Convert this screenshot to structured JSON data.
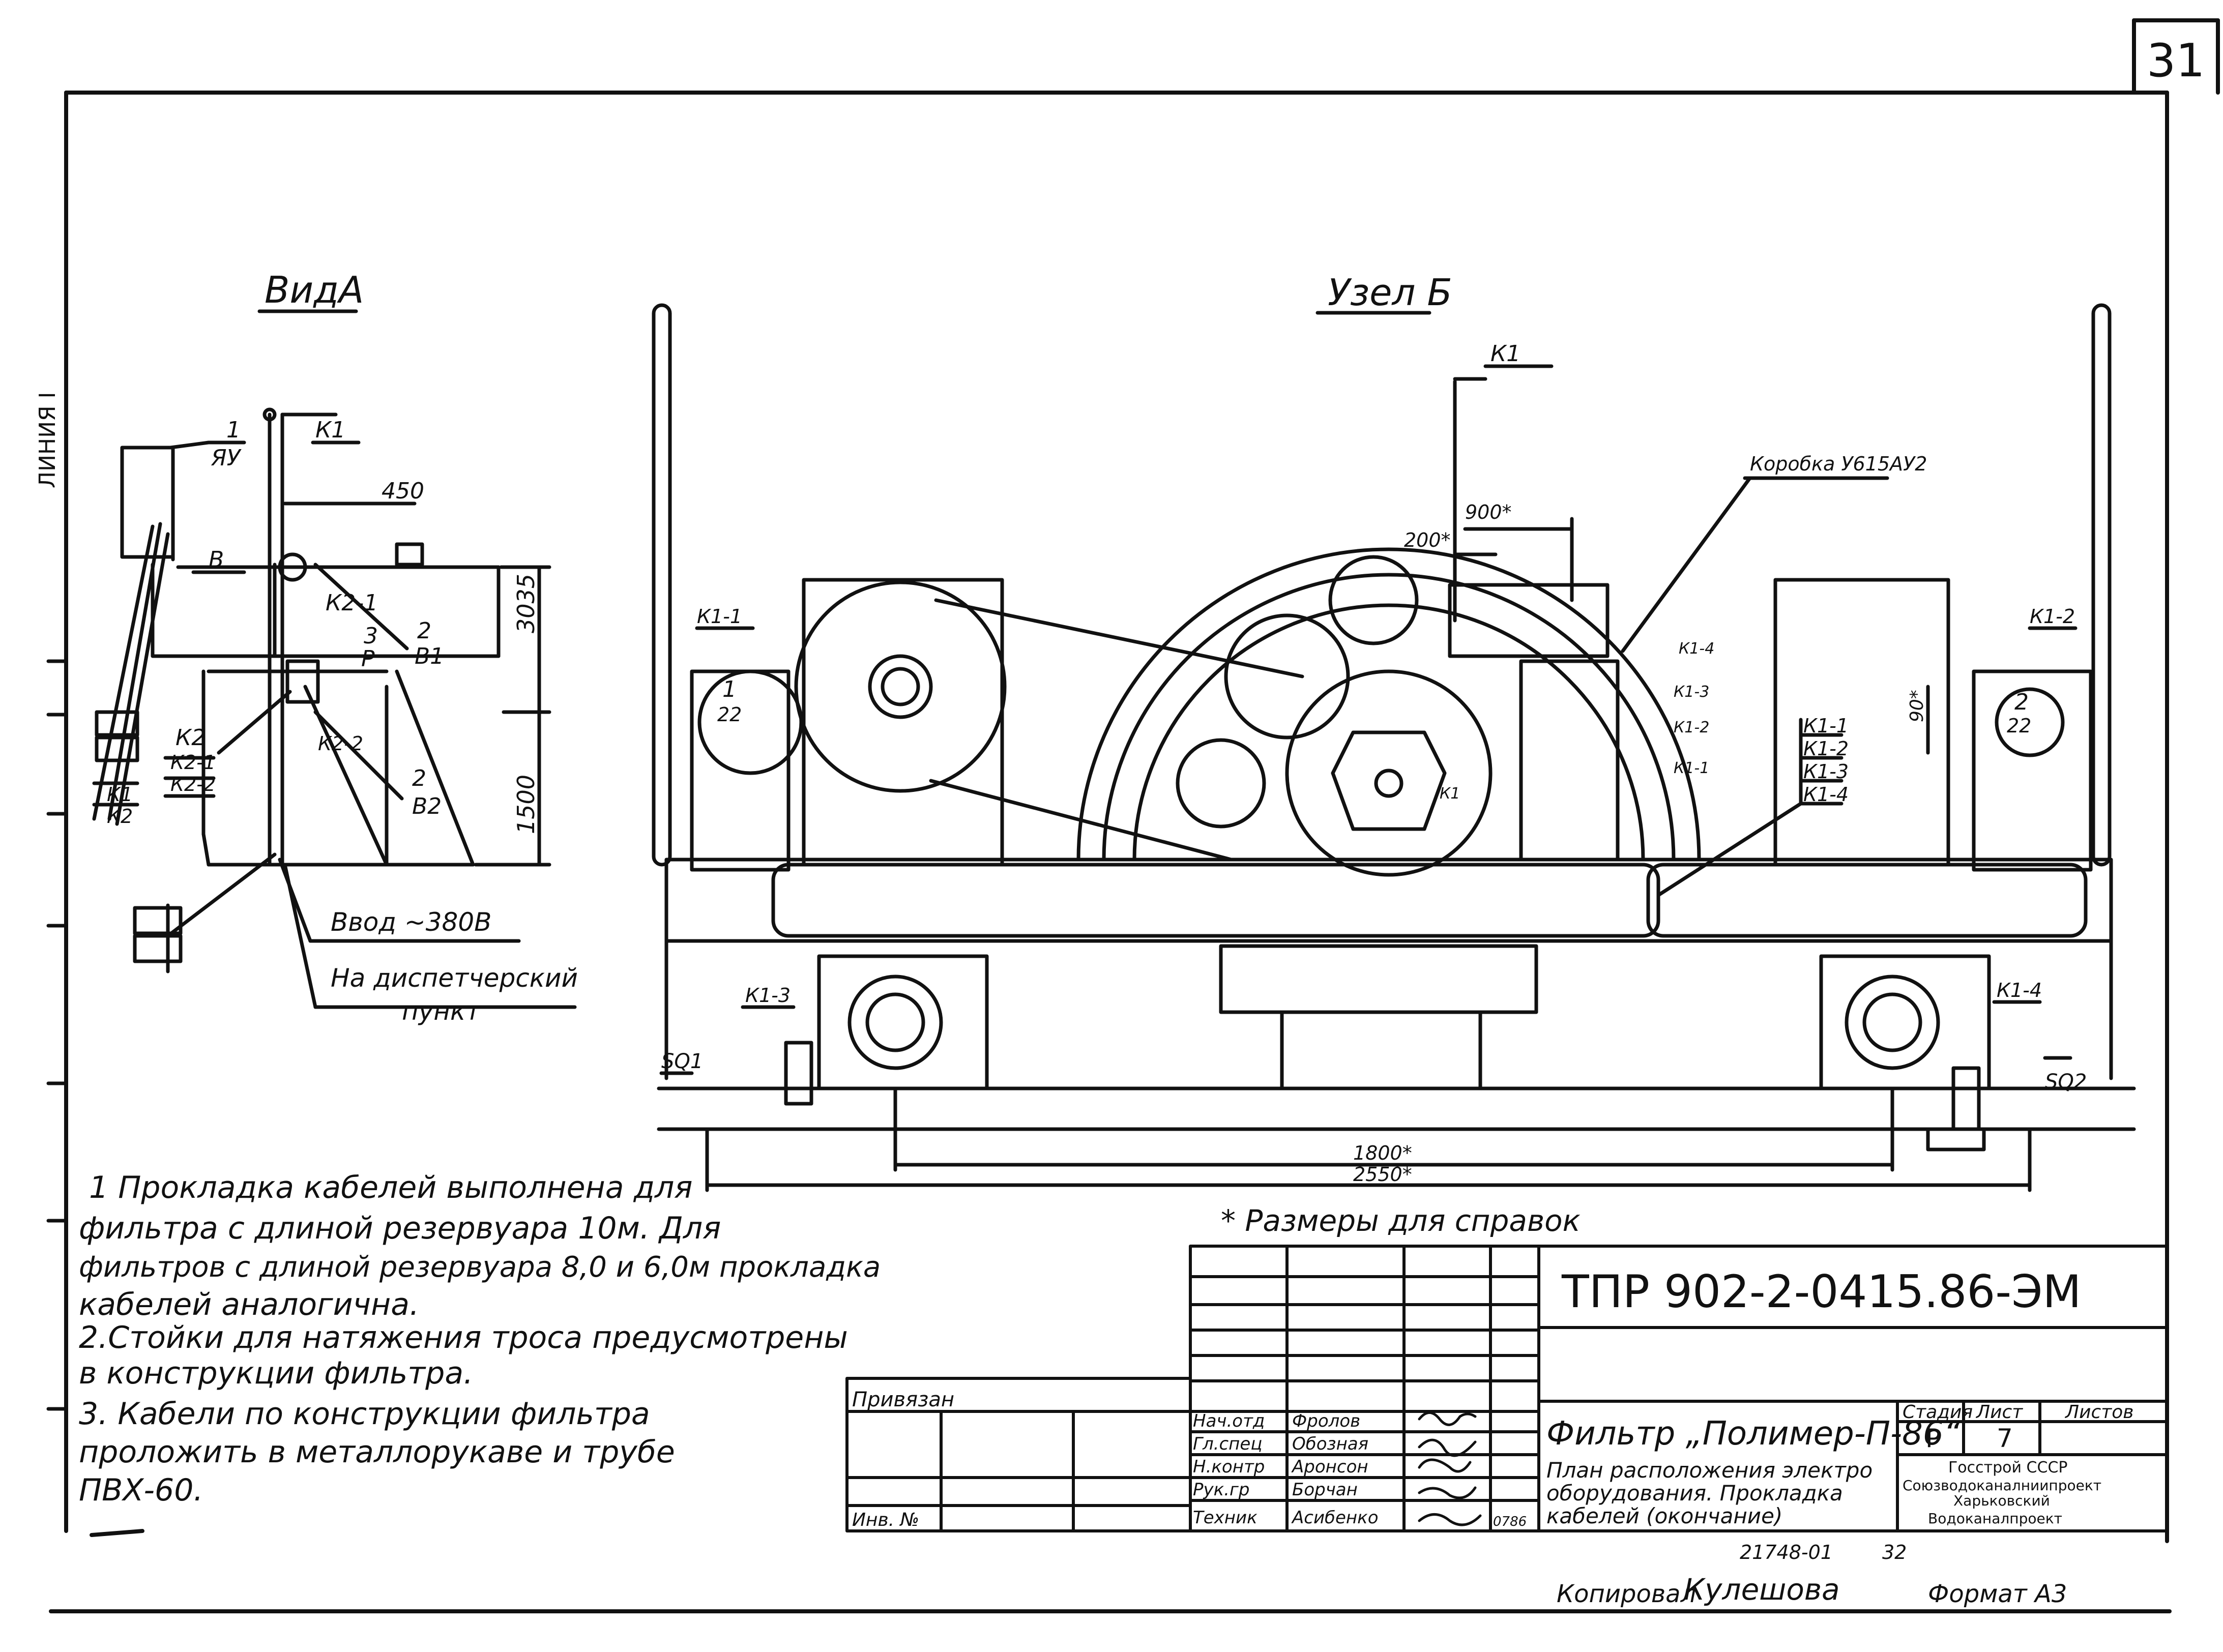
{
  "sheet": {
    "number": "31",
    "side_mark": "ЛИНИЯ I"
  },
  "view_a": {
    "title": "ВидА",
    "labels": {
      "n1": "1",
      "yau": "ЯУ",
      "k1": "К1",
      "dim450": "450",
      "b": "В",
      "k2_1": "К2-1",
      "n2a": "2",
      "b1": "В1",
      "n3": "3",
      "p": "Р",
      "dim3035": "3035",
      "k2": "К2",
      "k2_1b": "К2-1",
      "k2_2": "К2-2",
      "k2_2b": "К2-2",
      "n2b": "2",
      "b2": "В2",
      "dim1500": "1500",
      "k1b": "К1",
      "k2b": "К2"
    },
    "input_note": "Ввод ~380В",
    "dispatch_note_1": "На диспетчерский",
    "dispatch_note_2": "пункт"
  },
  "uzel_b": {
    "title": "Узел Б",
    "labels": {
      "k1_top": "К1",
      "box": "Коробка У615АУ2",
      "dim900": "900*",
      "dim200": "200*",
      "k1_1": "К1-1",
      "n1": "1",
      "n22": "22",
      "k1_2": "К1-2",
      "n2": "2",
      "n22b": "22",
      "k1_4": "К1-4",
      "k1_3": "К1-3",
      "k1_2s": "К1-2",
      "k1_1s": "К1-1",
      "dim90": "90*",
      "list1": "К1-1",
      "list2": "К1-2",
      "list3": "К1-3",
      "list4": "К1-4",
      "k1_small": "К1",
      "k1_3b": "К1-3",
      "sq1": "SQ1",
      "k1_4b": "К1-4",
      "sq2": "SQ2",
      "dim1800": "1800*",
      "dim2550": "2550*"
    },
    "footnote": "* Размеры для справок"
  },
  "notes": [
    "1 Прокладка кабелей выполнена для",
    "фильтра с длиной резервуара 10м. Для",
    "фильтров с длиной резервуара 8,0 и 6,0м прокладка",
    "кабелей аналогична.",
    "2.Стойки для натяжения троса предусмотрены",
    "в конструкции фильтра.",
    "3. Кабели по конструкции фильтра",
    "проложить в металлорукаве и трубе",
    "ПВХ-60."
  ],
  "title_block": {
    "doc_code": "ТПР 902-2-0415.86-ЭМ",
    "project": "Фильтр „Полимер-П-86“",
    "description_1": "План расположения электро",
    "description_2": "оборудования. Прокладка",
    "description_3": "кабелей (окончание)",
    "stage_header": "Стадия",
    "sheet_header": "Лист",
    "sheets_header": "Листов",
    "stage": "Р",
    "sheet": "7",
    "org_1": "Госстрой СССР",
    "org_2": "Союзводоканалниипроект",
    "org_3": "Харьковский",
    "org_4": "Водоканалпроект",
    "bound": "Привязан",
    "inv": "Инв. №",
    "date": "0786",
    "staff": [
      {
        "role": "Нач.отд",
        "name": "Фролов"
      },
      {
        "role": "Гл.спец",
        "name": "Обозная"
      },
      {
        "role": "Н.контр",
        "name": "Аронсон"
      },
      {
        "role": "Рук.гр",
        "name": "Борчан"
      },
      {
        "role": "Техник",
        "name": "Асибенко"
      }
    ]
  },
  "footer": {
    "code": "21748-01",
    "page": "32",
    "copied_label": "Копировал",
    "copied_name": "Кулешова",
    "format": "Формат А3"
  }
}
